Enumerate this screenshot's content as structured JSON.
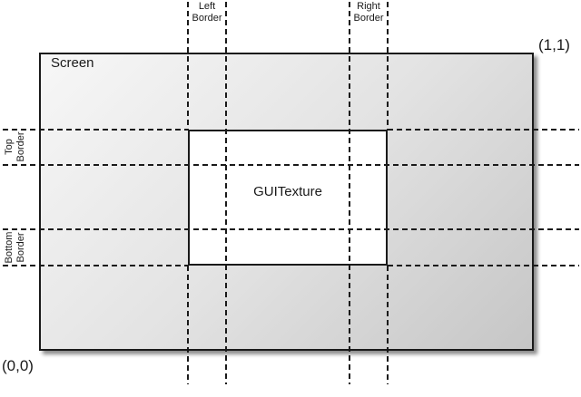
{
  "diagram": {
    "screen_label": "Screen",
    "texture_label": "GUITexture",
    "coords": {
      "bottom_left": "(0,0)",
      "top_right": "(1,1)"
    },
    "borders": {
      "left": {
        "line1": "Left",
        "line2": "Border"
      },
      "right": {
        "line1": "Right",
        "line2": "Border"
      },
      "top": {
        "line1": "Top",
        "line2": "Border"
      },
      "bottom": {
        "line1": "Bottom",
        "line2": "Border"
      }
    },
    "colors": {
      "line": "#1a1a1a",
      "screen_gradient_start": "#f7f7f7",
      "screen_gradient_end": "#c6c6c6",
      "texture_fill": "#ffffff",
      "background": "#ffffff"
    }
  }
}
